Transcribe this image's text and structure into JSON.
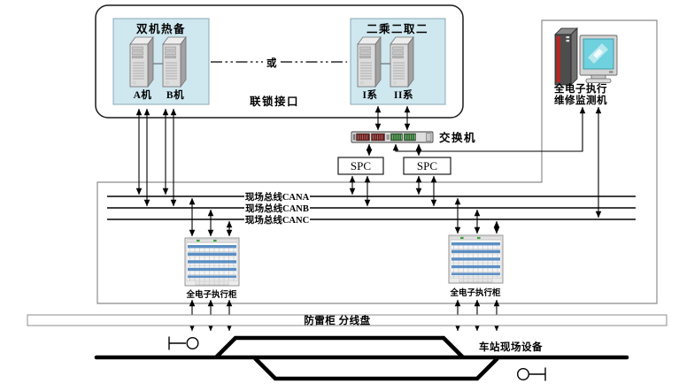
{
  "diagram": {
    "interlock_section": {
      "hot_standby": {
        "title": "双机热备",
        "machine_a": "A机",
        "machine_b": "B机"
      },
      "two_by_two": {
        "title": "二乘二取二",
        "system_1": "I系",
        "system_2": "II系"
      },
      "or_label": "或",
      "interface_label": "联锁接口"
    },
    "monitor_machine": {
      "label_line1": "全电子执行",
      "label_line2": "维修监测机"
    },
    "switch": {
      "label": "交换机"
    },
    "spc": {
      "box1": "SPC",
      "box2": "SPC"
    },
    "buses": {
      "cana": "现场总线CANA",
      "canb": "现场总线CANB",
      "canc": "现场总线CANC"
    },
    "cabinets": {
      "left": "全电子执行柜",
      "right": "全电子执行柜"
    },
    "lightning_panel": {
      "label": "防雷柜 分线盘"
    },
    "field_equipment": {
      "label": "车站现场设备"
    },
    "colors": {
      "box_fill": "#cfe7ef",
      "cabinet_stripe": "#5b8fc4",
      "screen_cyan": "#6ed1dd",
      "tower_red": "#c22222",
      "port_maroon": "#6b1d1d",
      "port_green": "#2e6b2e"
    }
  }
}
